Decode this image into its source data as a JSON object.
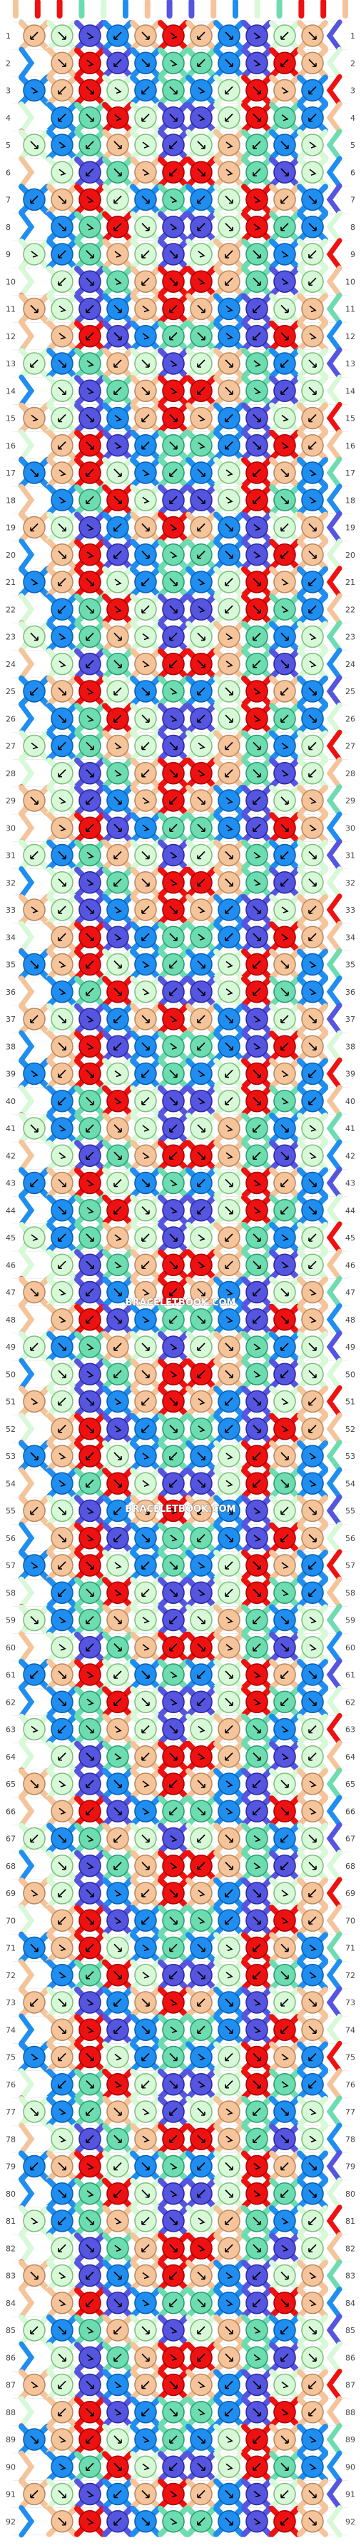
{
  "watermark": "BRACELETBOOK.COM",
  "row_count": 92,
  "row_numbers": [
    "1",
    "2",
    "3",
    "4",
    "5",
    "6",
    "7",
    "8",
    "9",
    "10",
    "11",
    "12",
    "13",
    "14",
    "15",
    "16",
    "17",
    "18",
    "19",
    "20",
    "21",
    "22",
    "23",
    "24",
    "25",
    "26",
    "27",
    "28",
    "29",
    "30",
    "31",
    "32",
    "33",
    "34",
    "35",
    "36",
    "37",
    "38",
    "39",
    "40",
    "41",
    "42",
    "43",
    "44",
    "45",
    "46",
    "47",
    "48",
    "49",
    "50",
    "51",
    "52",
    "53",
    "54",
    "55",
    "56",
    "57",
    "58",
    "59",
    "60",
    "61",
    "62",
    "63",
    "64",
    "65",
    "66",
    "67",
    "68",
    "69",
    "70",
    "71",
    "72",
    "73",
    "74",
    "75",
    "76",
    "77",
    "78",
    "79",
    "80",
    "81",
    "82",
    "83",
    "84",
    "85",
    "86",
    "87",
    "88",
    "89",
    "90",
    "91",
    "92"
  ],
  "colors": {
    "red": "#ee1111",
    "peach": "#f5c49a",
    "mint": "#6ddcb0",
    "blue": "#1f8ef0",
    "indigo": "#5555e0",
    "pale_green": "#d8f9d8",
    "outline": "#222222",
    "grid_line": "#dddddd"
  },
  "strand_colors_top": [
    "peach",
    "red",
    "red",
    "mint",
    "pale_green",
    "blue",
    "peach",
    "indigo",
    "indigo",
    "peach",
    "blue",
    "pale_green",
    "mint",
    "red",
    "red",
    "peach"
  ]
}
